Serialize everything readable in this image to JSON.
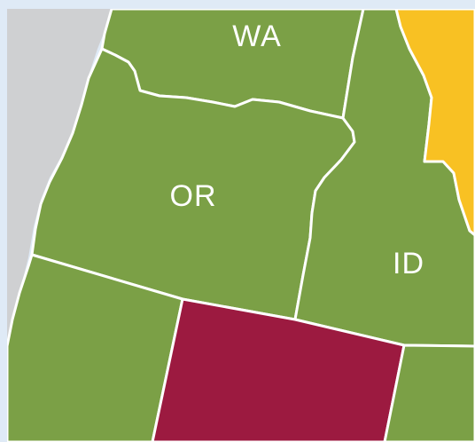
{
  "map": {
    "colors": {
      "background": "#dfeaf6",
      "ocean_land_gray": "#cfd0d2",
      "green": "#7ba046",
      "maroon": "#9c1a40",
      "gold": "#f8c123",
      "border": "#ffffff"
    },
    "labels": {
      "wa": "WA",
      "or": "OR",
      "id": "ID"
    }
  }
}
